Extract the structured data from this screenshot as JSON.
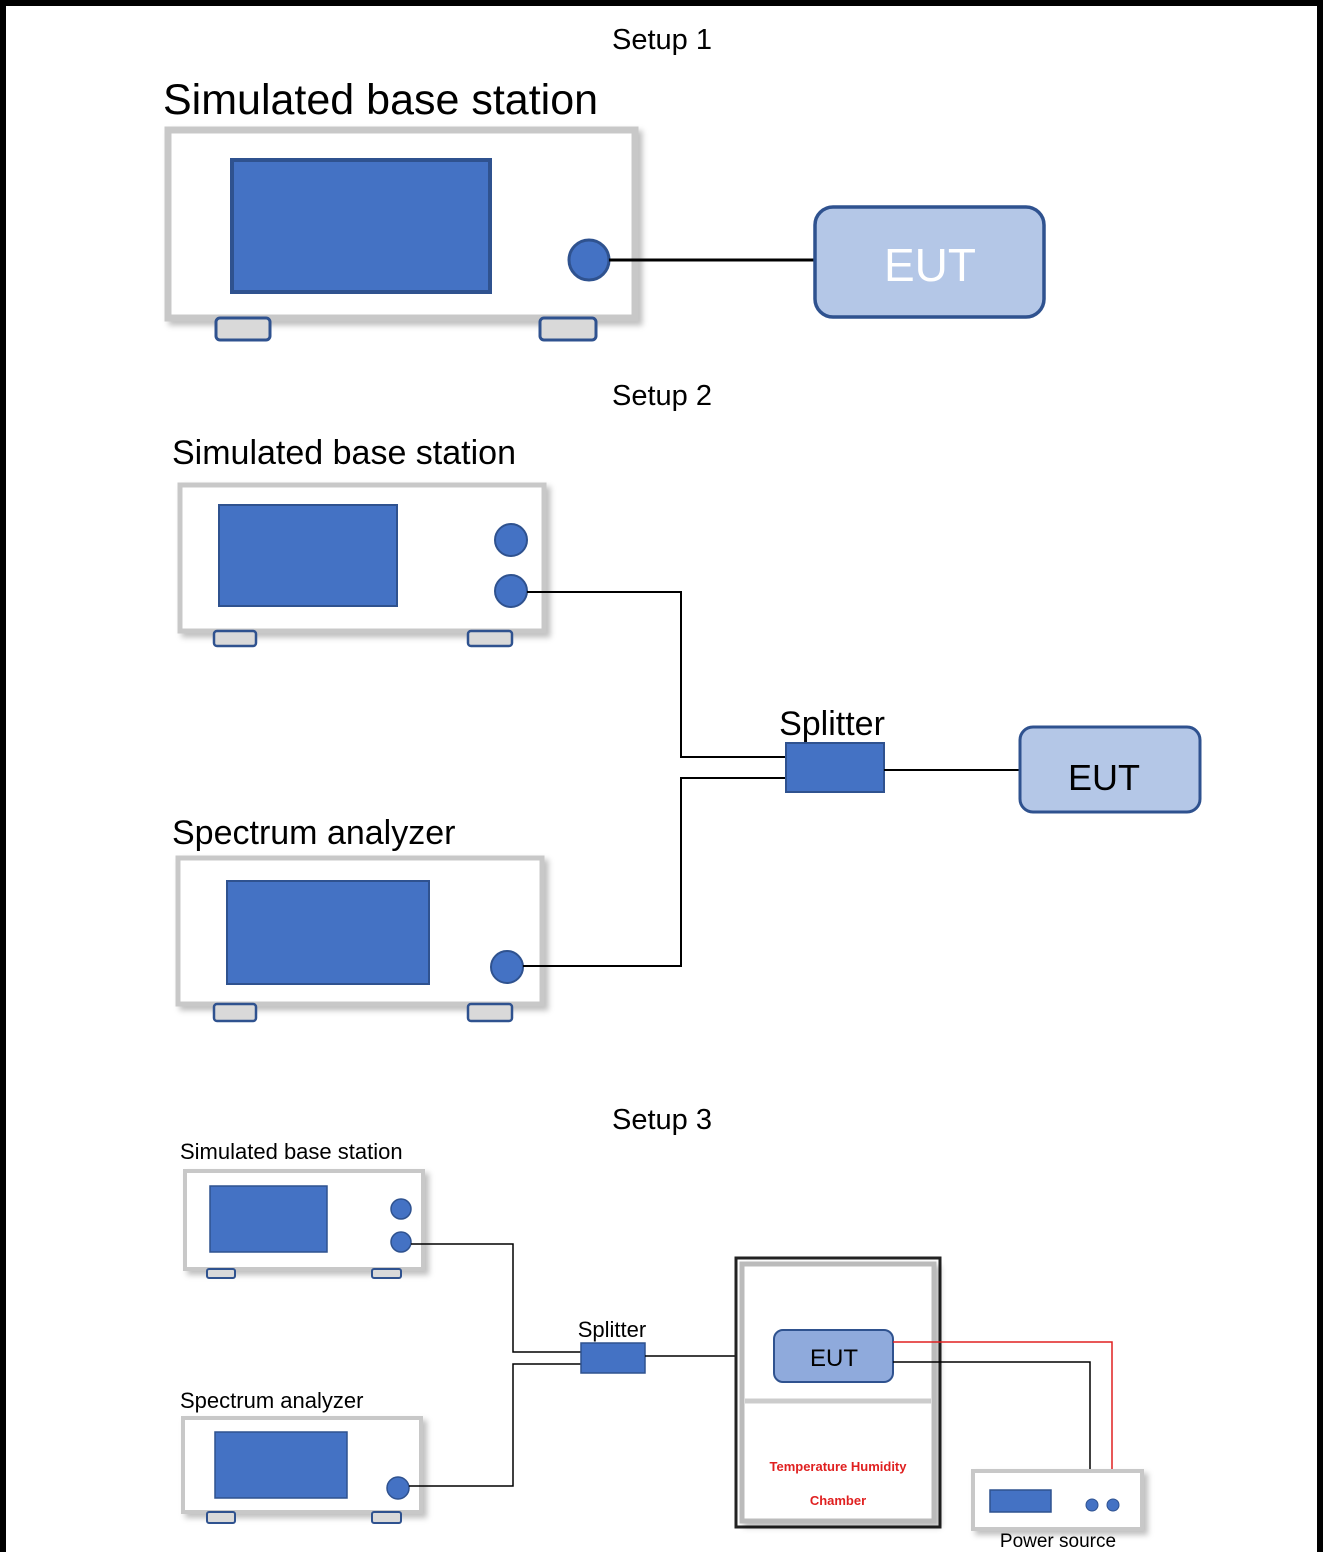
{
  "setup1": {
    "title": "Setup 1",
    "base_station_label": "Simulated base station",
    "eut_label": "EUT"
  },
  "setup2": {
    "title": "Setup 2",
    "base_station_label": "Simulated base station",
    "spectrum_analyzer_label": "Spectrum analyzer",
    "splitter_label": "Splitter",
    "eut_label": "EUT"
  },
  "setup3": {
    "title": "Setup 3",
    "base_station_label": "Simulated base station",
    "spectrum_analyzer_label": "Spectrum analyzer",
    "splitter_label": "Splitter",
    "eut_label": "EUT",
    "chamber_label_line1": "Temperature Humidity",
    "chamber_label_line2": "Chamber",
    "power_source_label": "Power source"
  },
  "colors": {
    "device_blue": "#4472c4",
    "device_outline": "#2f528f",
    "eut_fill": "#b4c7e7",
    "eut_fill_small": "#8faadc",
    "cable": "#000000",
    "power_cable": "#e02020",
    "chamber_label": "#e02020",
    "housing": "#c8c8c8"
  }
}
